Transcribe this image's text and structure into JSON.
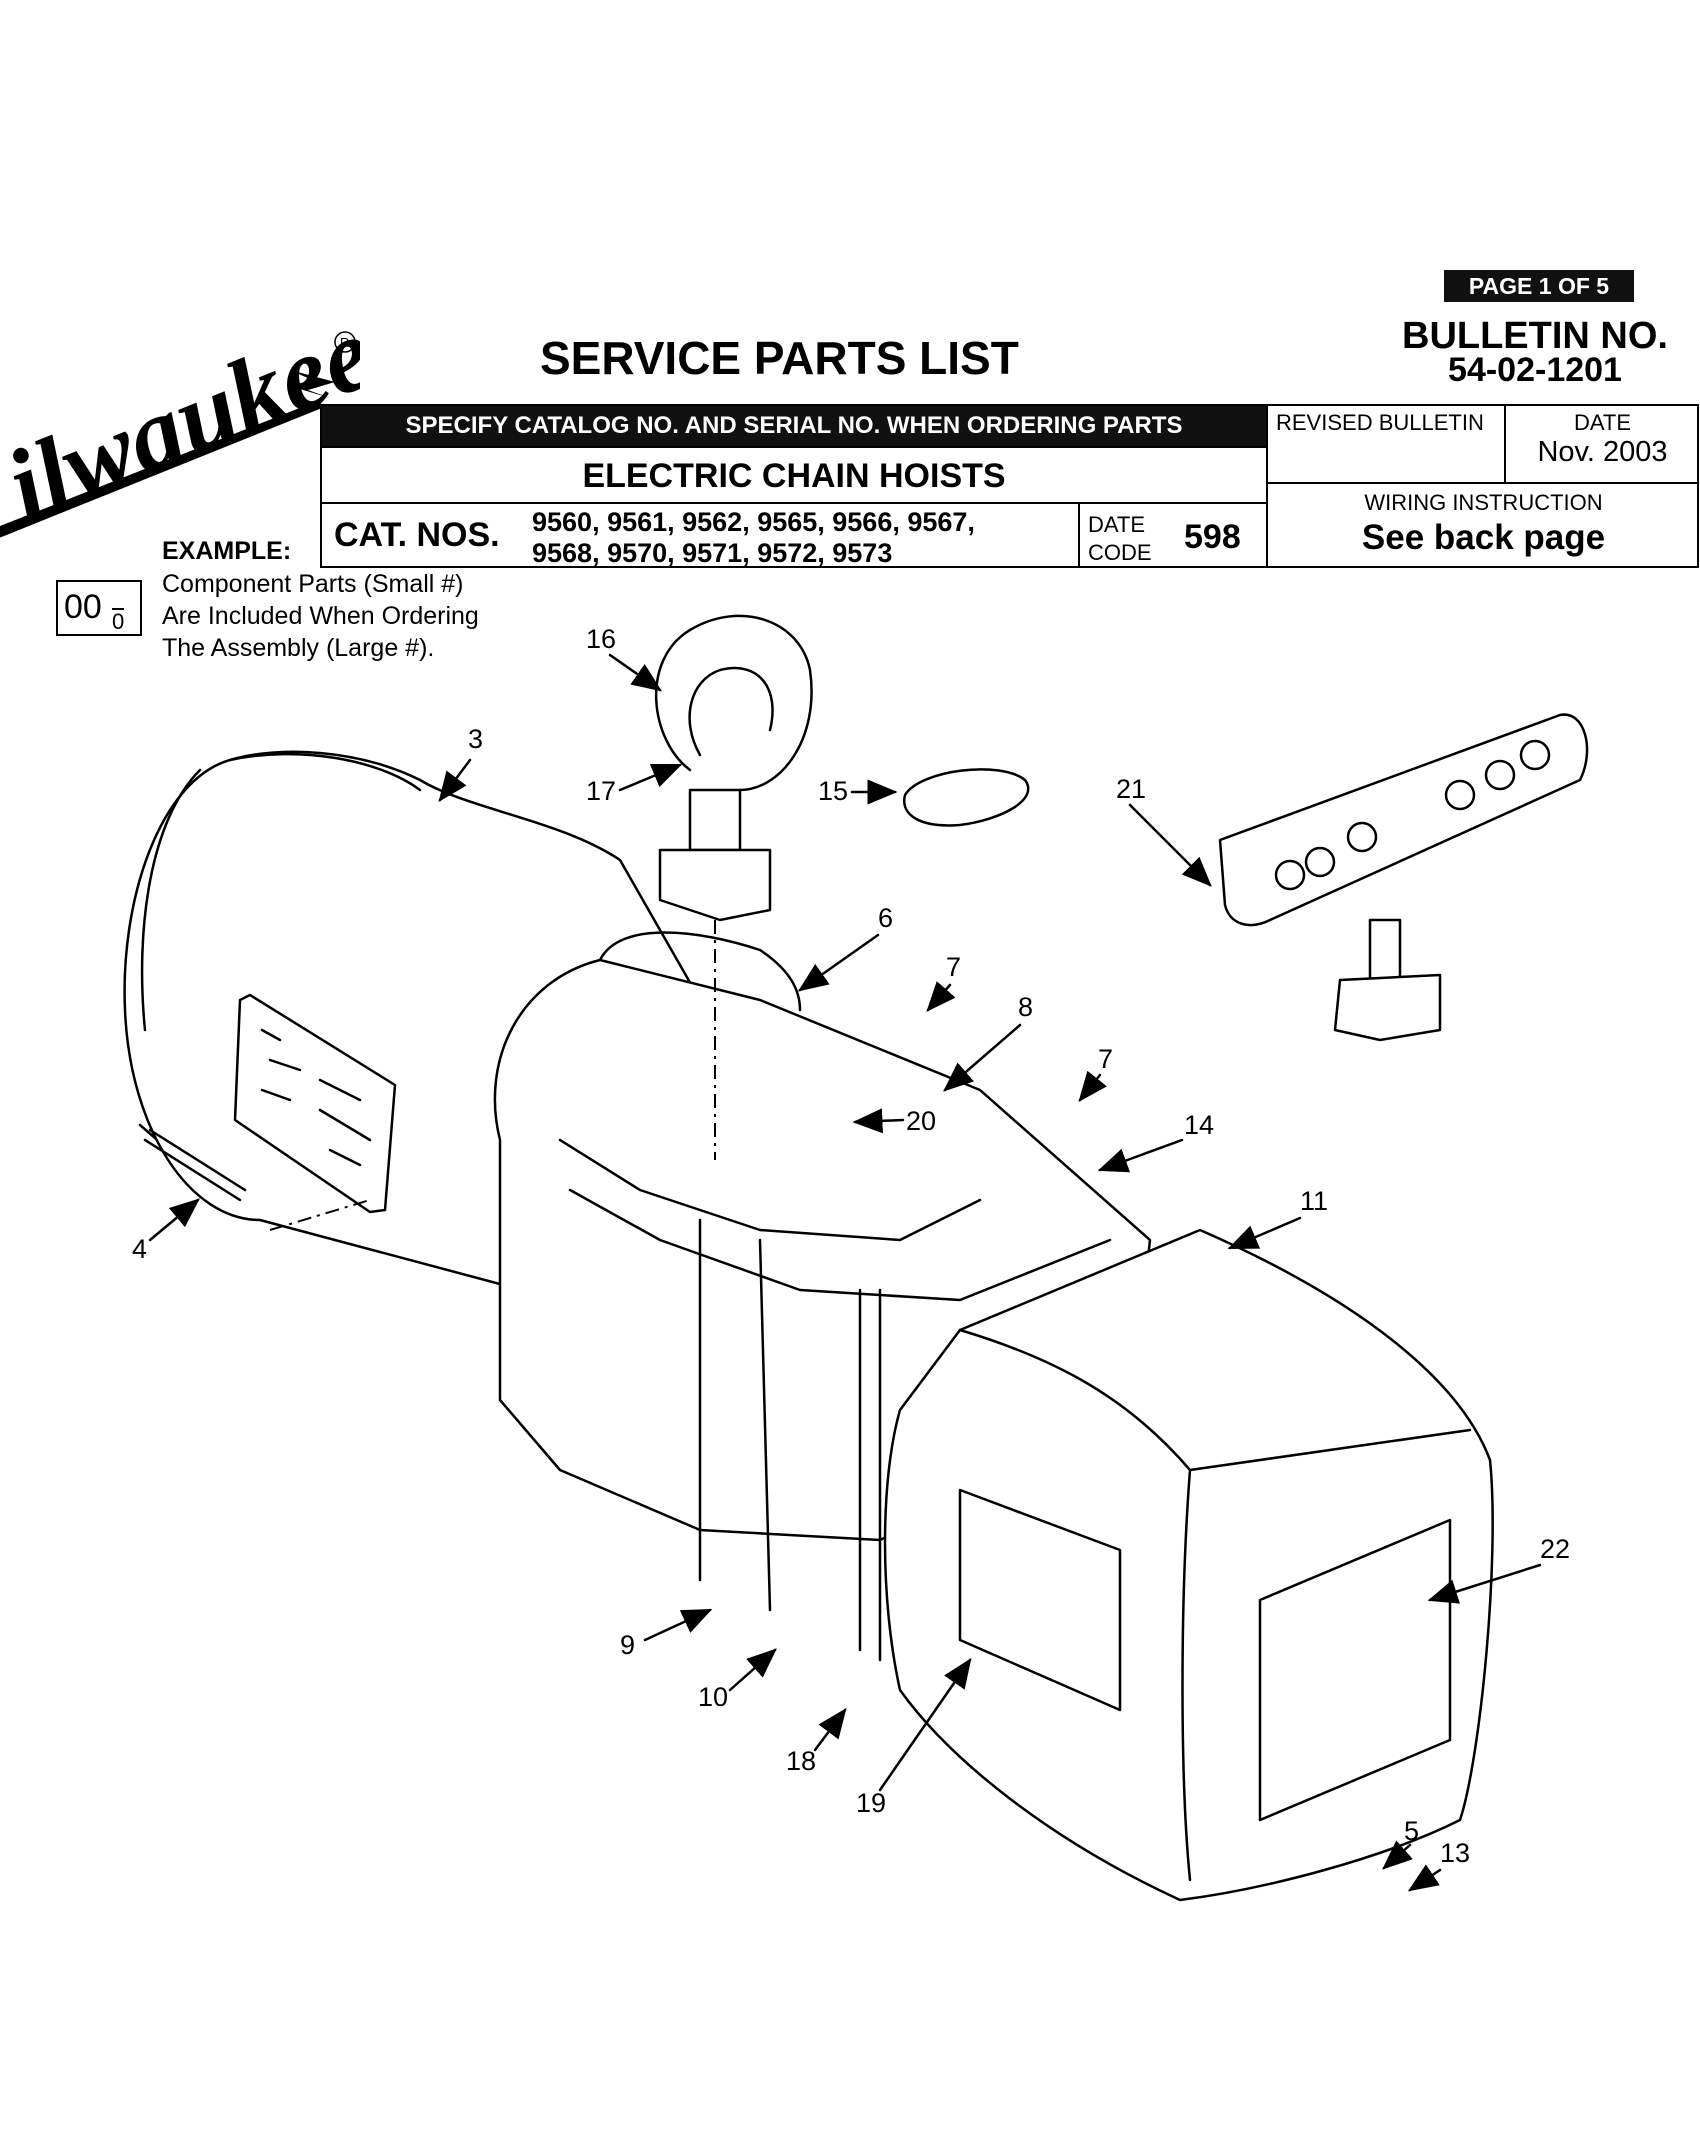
{
  "brand": {
    "name": "Milwaukee",
    "registered": "®"
  },
  "page_badge": "PAGE 1 OF 5",
  "bulletin": {
    "label": "BULLETIN NO.",
    "number": "54-02-1201"
  },
  "title": "SERVICE PARTS LIST",
  "header": {
    "specify": "SPECIFY CATALOG NO. AND SERIAL NO. WHEN ORDERING PARTS",
    "product": "ELECTRIC CHAIN HOISTS",
    "catnos_label": "CAT. NOS.",
    "catnos_line1": "9560, 9561, 9562, 9565, 9566, 9567,",
    "catnos_line2": "9568, 9570, 9571, 9572, 9573",
    "datecode_label_1": "DATE",
    "datecode_label_2": "CODE",
    "datecode_value": "598",
    "revised_label": "REVISED BULLETIN",
    "date_label": "DATE",
    "date_value": "Nov. 2003",
    "wiring_label": "WIRING INSTRUCTION",
    "wiring_value": "See back page"
  },
  "example": {
    "label": "EXAMPLE:",
    "big": "00",
    "small": "0",
    "lines": [
      "Component Parts (Small #)",
      "Are Included When Ordering",
      "The Assembly (Large #)."
    ]
  },
  "callouts": [
    "3",
    "4",
    "5",
    "6",
    "7",
    "7",
    "8",
    "9",
    "10",
    "11",
    "13",
    "14",
    "15",
    "16",
    "17",
    "18",
    "19",
    "20",
    "21",
    "22"
  ]
}
